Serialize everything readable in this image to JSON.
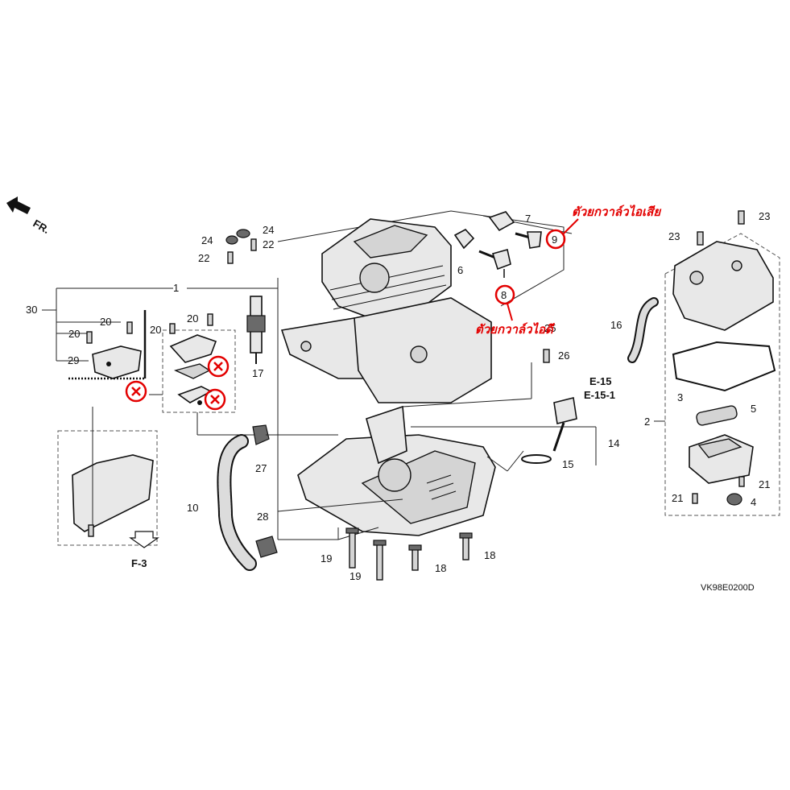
{
  "direction_label": "FR.",
  "part_numbers": {
    "n1": "1",
    "n2": "2",
    "n3": "3",
    "n4": "4",
    "n5": "5",
    "n6": "6",
    "n7": "7",
    "n8": "8",
    "n9": "9",
    "n10": "10",
    "n14": "14",
    "n15": "15",
    "n16": "16",
    "n17": "17",
    "n18a": "18",
    "n18b": "18",
    "n19a": "19",
    "n19b": "19",
    "n20a": "20",
    "n20b": "20",
    "n20c": "20",
    "n20d": "20",
    "n21a": "21",
    "n21b": "21",
    "n22a": "22",
    "n22b": "22",
    "n23a": "23",
    "n23b": "23",
    "n24a": "24",
    "n24b": "24",
    "n25": "25",
    "n26": "26",
    "n27": "27",
    "n28": "28",
    "n29": "29",
    "n30": "30"
  },
  "references": {
    "f3": "F-3",
    "e15": "E-15",
    "e151": "E-15-1"
  },
  "diagram_code": "VK98E0200D",
  "annotations": {
    "bad_valve_rocker": "ตัวยกวาล์วไอเสีย",
    "good_valve_rocker": "ตัวยกวาล์วไอดี"
  },
  "colors": {
    "annotation": "#e30000",
    "lines": "#222222"
  }
}
